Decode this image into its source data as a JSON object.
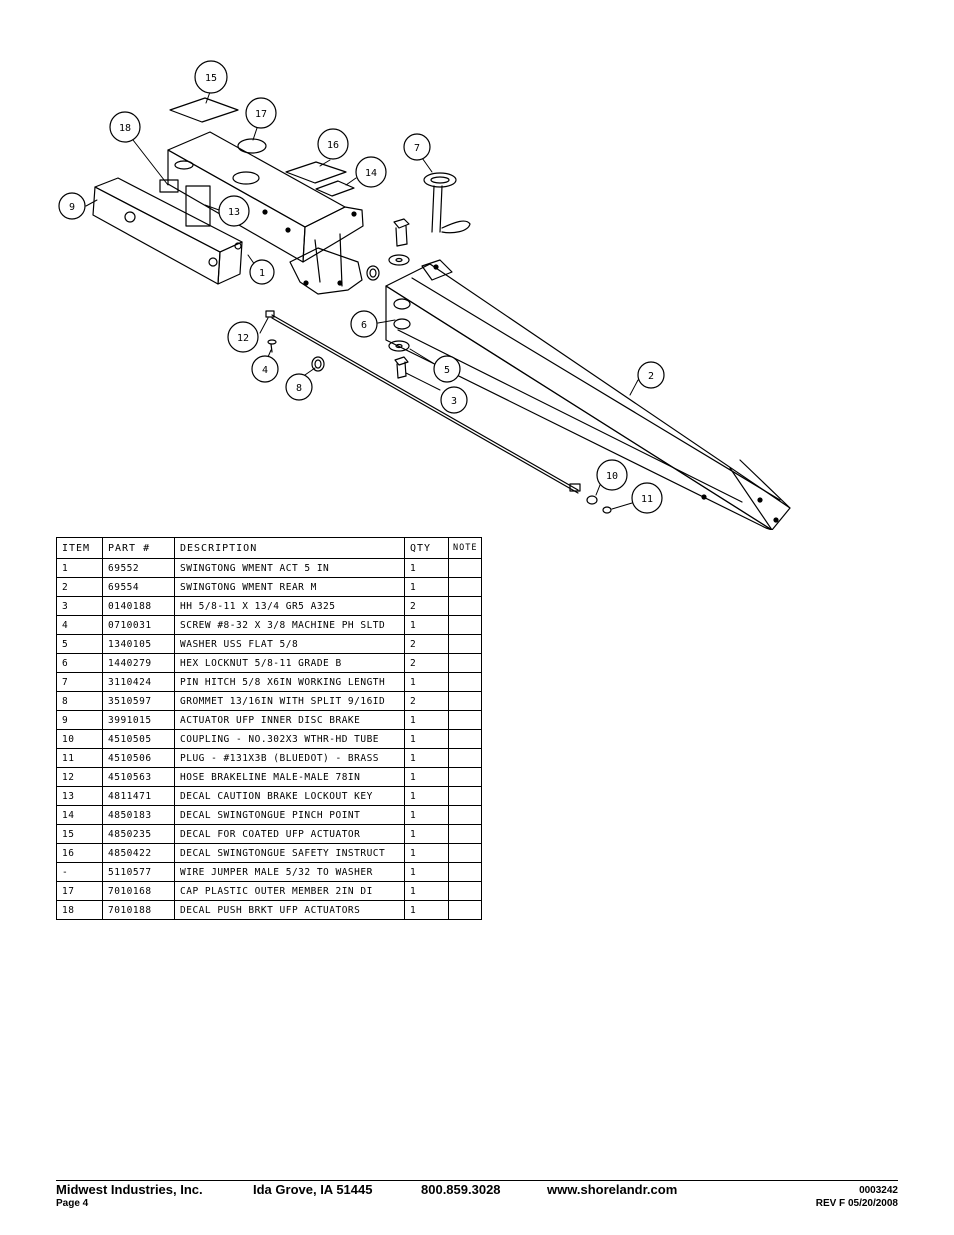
{
  "callouts": [
    {
      "id": "15",
      "label": "15"
    },
    {
      "id": "17",
      "label": "17"
    },
    {
      "id": "18",
      "label": "18"
    },
    {
      "id": "16",
      "label": "16"
    },
    {
      "id": "7",
      "label": "7"
    },
    {
      "id": "14",
      "label": "14"
    },
    {
      "id": "9",
      "label": "9"
    },
    {
      "id": "13",
      "label": "13"
    },
    {
      "id": "1",
      "label": "1"
    },
    {
      "id": "6",
      "label": "6"
    },
    {
      "id": "12",
      "label": "12"
    },
    {
      "id": "4",
      "label": "4"
    },
    {
      "id": "8",
      "label": "8"
    },
    {
      "id": "5",
      "label": "5"
    },
    {
      "id": "3",
      "label": "3"
    },
    {
      "id": "2",
      "label": "2"
    },
    {
      "id": "10",
      "label": "10"
    },
    {
      "id": "11",
      "label": "11"
    }
  ],
  "parts_table": {
    "headers": {
      "item": "ITEM",
      "part": "PART #",
      "description": "DESCRIPTION",
      "qty": "QTY",
      "note": "NOTE"
    },
    "rows": [
      {
        "item": "1",
        "part": "69552",
        "description": "SWINGTONG WMENT ACT 5 IN",
        "qty": "1",
        "note": ""
      },
      {
        "item": "2",
        "part": "69554",
        "description": "SWINGTONG WMENT REAR M",
        "qty": "1",
        "note": ""
      },
      {
        "item": "3",
        "part": "0140188",
        "description": "HH 5/8-11 X 13/4  GR5 A325",
        "qty": "2",
        "note": ""
      },
      {
        "item": "4",
        "part": "0710031",
        "description": "SCREW #8-32 X 3/8 MACHINE PH SLTD",
        "qty": "1",
        "note": ""
      },
      {
        "item": "5",
        "part": "1340105",
        "description": "WASHER USS FLAT 5/8",
        "qty": "2",
        "note": ""
      },
      {
        "item": "6",
        "part": "1440279",
        "description": "HEX LOCKNUT 5/8-11 GRADE B",
        "qty": "2",
        "note": ""
      },
      {
        "item": "7",
        "part": "3110424",
        "description": "PIN HITCH 5/8 X6IN WORKING LENGTH",
        "qty": "1",
        "note": ""
      },
      {
        "item": "8",
        "part": "3510597",
        "description": "GROMMET 13/16IN  WITH SPLIT 9/16ID",
        "qty": "2",
        "note": ""
      },
      {
        "item": "9",
        "part": "3991015",
        "description": "ACTUATOR UFP INNER  DISC BRAKE",
        "qty": "1",
        "note": ""
      },
      {
        "item": "10",
        "part": "4510505",
        "description": "COUPLING - NO.302X3 WTHR-HD TUBE",
        "qty": "1",
        "note": ""
      },
      {
        "item": "11",
        "part": "4510506",
        "description": "PLUG - #131X3B (BLUEDOT) - BRASS",
        "qty": "1",
        "note": ""
      },
      {
        "item": "12",
        "part": "4510563",
        "description": "HOSE BRAKELINE MALE-MALE 78IN",
        "qty": "1",
        "note": ""
      },
      {
        "item": "13",
        "part": "4811471",
        "description": "DECAL CAUTION BRAKE LOCKOUT KEY",
        "qty": "1",
        "note": ""
      },
      {
        "item": "14",
        "part": "4850183",
        "description": "DECAL SWINGTONGUE PINCH POINT",
        "qty": "1",
        "note": ""
      },
      {
        "item": "15",
        "part": "4850235",
        "description": "DECAL FOR COATED UFP ACTUATOR",
        "qty": "1",
        "note": ""
      },
      {
        "item": "16",
        "part": "4850422",
        "description": "DECAL SWINGTONGUE SAFETY INSTRUCT",
        "qty": "1",
        "note": ""
      },
      {
        "item": "-",
        "part": "5110577",
        "description": "WIRE JUMPER MALE 5/32 TO WASHER",
        "qty": "1",
        "note": ""
      },
      {
        "item": "17",
        "part": "7010168",
        "description": "CAP  PLASTIC OUTER MEMBER 2IN DI",
        "qty": "1",
        "note": ""
      },
      {
        "item": "18",
        "part": "7010188",
        "description": "DECAL PUSH BRKT UFP ACTUATORS",
        "qty": "1",
        "note": ""
      }
    ]
  },
  "footer": {
    "company": "Midwest Industries, Inc.",
    "city": "Ida Grove, IA  51445",
    "phone": "800.859.3028",
    "website": "www.shorelandr.com",
    "doc_number": "0003242",
    "page": "Page 4",
    "revision": "REV F  05/20/2008"
  }
}
